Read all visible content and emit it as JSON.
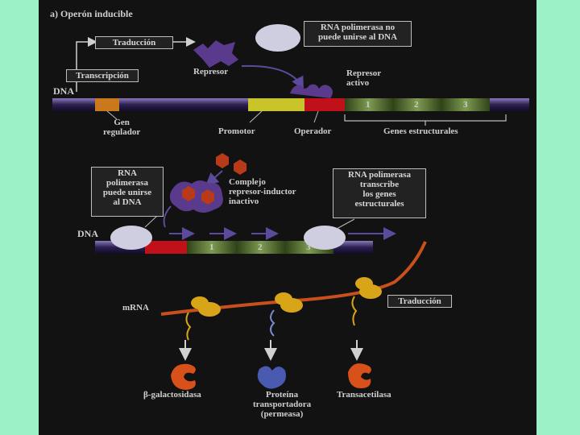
{
  "title": "a) Operón inducible",
  "top": {
    "traduccion_box": "Traducción",
    "transcripcion_box": "Transcripción",
    "rna_pol_no": "RNA polimerasa no\npuede unirse al DNA",
    "represor": "Represor",
    "represor_activo": "Represor\nactivo",
    "dna": "DNA",
    "gen_regulador": "Gen\nregulador",
    "promotor": "Promotor",
    "operador": "Operador",
    "genes_estructurales": "Genes estructurales",
    "gene_numbers": [
      "1",
      "2",
      "3"
    ]
  },
  "middle": {
    "rna_pol_si": "RNA\npolimerasa\npuede unirse\nal DNA",
    "complejo": "Complejo\nrepresor-inductor\ninactivo",
    "rna_pol_transcribe": "RNA polimerasa\ntranscribe\nlos genes\nestructurales",
    "dna": "DNA",
    "gene_numbers": [
      "1",
      "2",
      "3"
    ]
  },
  "bottom": {
    "mrna": "mRNA",
    "traduccion_box": "Traducción",
    "products": [
      "β-galactosidasa",
      "Proteína\ntransportadora\n(permeasa)",
      "Transacetilasa"
    ]
  },
  "colors": {
    "background": "#9cf2c6",
    "panel": "#121212",
    "regulator_gene": "#c9781c",
    "promoter": "#c8c42a",
    "operator": "#c0101a",
    "structural_genes": "#4f6b2c",
    "repressor": "#5a3a8c",
    "inducer": "#b83a18",
    "ribosome": "#d8a418",
    "mrna": "#c8501c"
  }
}
